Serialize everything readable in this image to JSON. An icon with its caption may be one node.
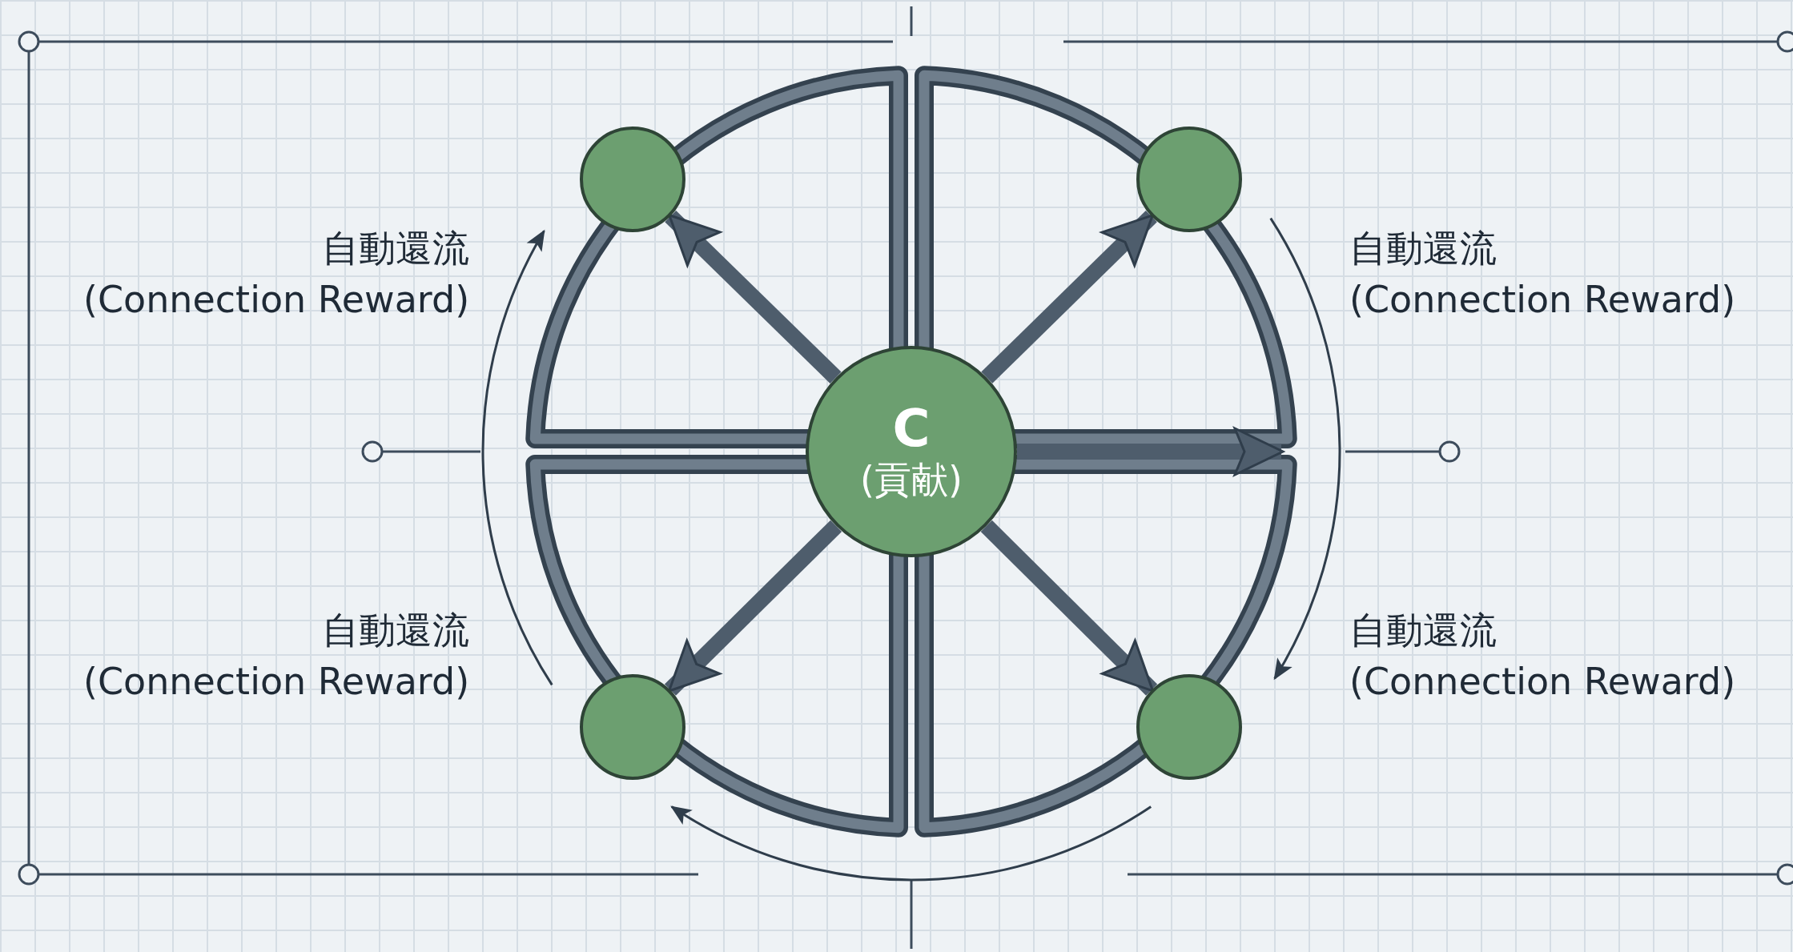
{
  "diagram": {
    "nodes": [
      {
        "text": [],
        "shape": "circle"
      },
      {
        "text": [],
        "shape": "circle"
      },
      {
        "text": [
          "C",
          "(貢献)"
        ]
      },
      {
        "text": [],
        "shape": "circle"
      },
      {
        "text": [],
        "shape": "circle"
      }
    ],
    "edges": [
      {
        "from": 2,
        "to": 0,
        "arrow": "to"
      },
      {
        "from": 2,
        "to": 1,
        "arrow": "to"
      },
      {
        "from": 2,
        "to": 3,
        "arrow": "to"
      },
      {
        "from": 2,
        "to": 4,
        "arrow": "to"
      },
      {
        "from": 2,
        "to": null,
        "arrow": "to"
      }
    ],
    "labels": [
      "自動還流 (Connection Reward)",
      "自動還流 (Connection Reward)",
      "自動還流 (Connection Reward)",
      "自動還流 (Connection Reward)"
    ]
  }
}
